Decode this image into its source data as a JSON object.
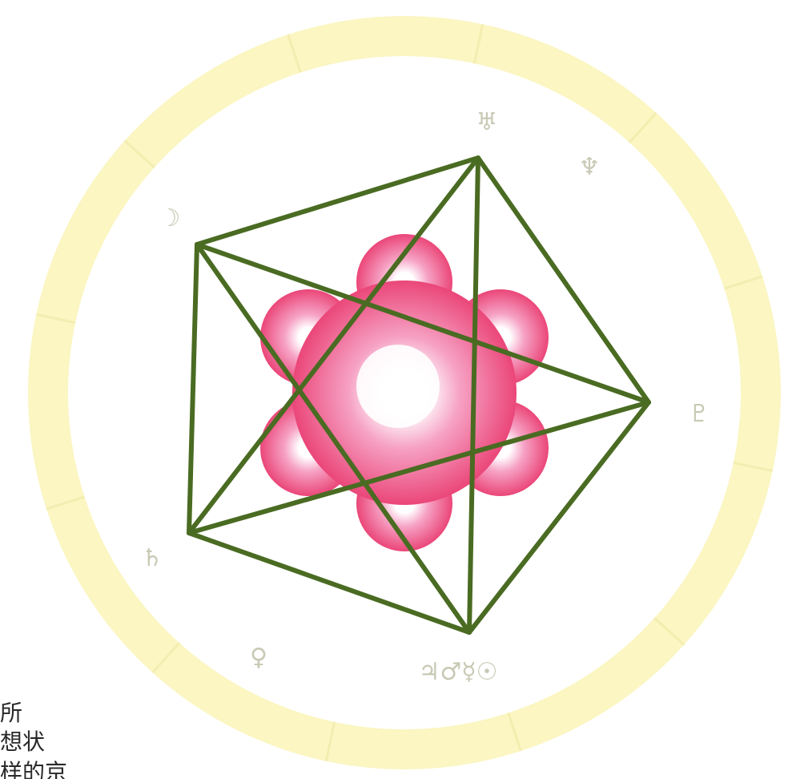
{
  "colors": {
    "ring": "#fbf6c2",
    "ring_inner": "#ffffff",
    "lines": "#4a6b22",
    "flower_edge": "#e8346a",
    "flower_mid": "#f6a2c4",
    "flower_center": "#ffffff",
    "glyph": "#c8c8b4",
    "text": "#2a2a2a"
  },
  "planet_glyphs": {
    "uranus": "♅",
    "neptune": "♆",
    "moon": "☽",
    "pluto": "♇",
    "saturn": "♄",
    "venus": "♀",
    "cluster": "♃♂☿☉"
  },
  "side_text": [
    "所",
    "想状",
    "样的京"
  ]
}
